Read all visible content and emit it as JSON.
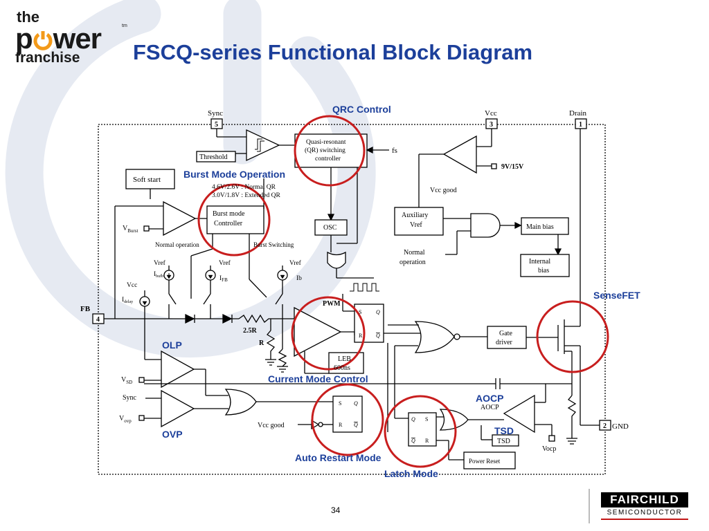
{
  "slide": {
    "title": "FSCQ-series Functional Block Diagram",
    "page_number": "34"
  },
  "logo": {
    "line1": "the",
    "line2a": "p",
    "line2b": "wer",
    "tm": "tm",
    "line3": "franchise"
  },
  "fairchild": {
    "name": "FAIRCHILD",
    "sub": "SEMICONDUCTOR"
  },
  "colors": {
    "title_blue": "#1c3f9a",
    "annotation_blue": "#1c3f9a",
    "circle_red": "#c81e1e",
    "watermark": "#e6eaf2"
  },
  "annotations": {
    "qrc_control": "QRC Control",
    "burst_mode_operation": "Burst Mode Operation",
    "sensefet": "SenseFET",
    "olp": "OLP",
    "ovp": "OVP",
    "current_mode_control": "Current Mode Control",
    "aocp": "AOCP",
    "tsd": "TSD",
    "auto_restart_mode": "Auto Restart Mode",
    "latch_mode": "Latch Mode"
  },
  "pins": {
    "sync": {
      "label": "Sync",
      "number": "5"
    },
    "vcc": {
      "label": "Vcc",
      "number": "3"
    },
    "drain": {
      "label": "Drain",
      "number": "1"
    },
    "fb": {
      "label": "FB",
      "number": "4"
    },
    "gnd": {
      "label": "GND",
      "number": "2"
    }
  },
  "blocks": {
    "threshold": "Threshold",
    "qr_line1": "Quasi-resonant",
    "qr_line2": "(QR) switching",
    "qr_line3": "controller",
    "fs": "fs",
    "soft_start": "Soft start",
    "burst_line1": "Burst mode",
    "burst_line2": "Controller",
    "osc": "OSC",
    "aux_line1": "Auxiliary",
    "aux_line2": "Vref",
    "main_bias": "Main bias",
    "internal_line1": "Internal",
    "internal_line2": "bias",
    "gate_line1": "Gate",
    "gate_line2": "driver",
    "leb_line1": "LEB",
    "leb_line2": "600ns",
    "power_reset": "Power Reset",
    "tsd_box": "TSD"
  },
  "labels": {
    "v9_15": "9V/15V",
    "vcc_good": "Vcc good",
    "qr_normal": "4.6V/2.6V : Normal QR",
    "qr_extended": "3.0V/1.8V : Extended QR",
    "v_burst_main": "V",
    "v_burst_sub": "Burst",
    "normal_operation": "Normal operation",
    "burst_switching": "Burst Switching",
    "normal_op_line1": "Normal",
    "normal_op_line2": "operation",
    "vref": "Vref",
    "i_bufb_main": "I",
    "i_bufb_sub": "bufb",
    "i_fb_main": "I",
    "i_fb_sub": "FB",
    "ib": "Ib",
    "vcc": "Vcc",
    "i_delay_main": "I",
    "i_delay_sub": "delay",
    "r25": "2.5R",
    "r": "R",
    "pwm": "PWM",
    "v_sd_main": "V",
    "v_sd_sub": "SD",
    "sync": "Sync",
    "v_ovp_main": "V",
    "v_ovp_sub": "ovp",
    "vcc_good2": "Vcc good",
    "aocp_inner": "AOCP",
    "vocp": "Vocp",
    "s": "S",
    "r_letter": "R",
    "q": "Q",
    "q_bar": "Q"
  }
}
